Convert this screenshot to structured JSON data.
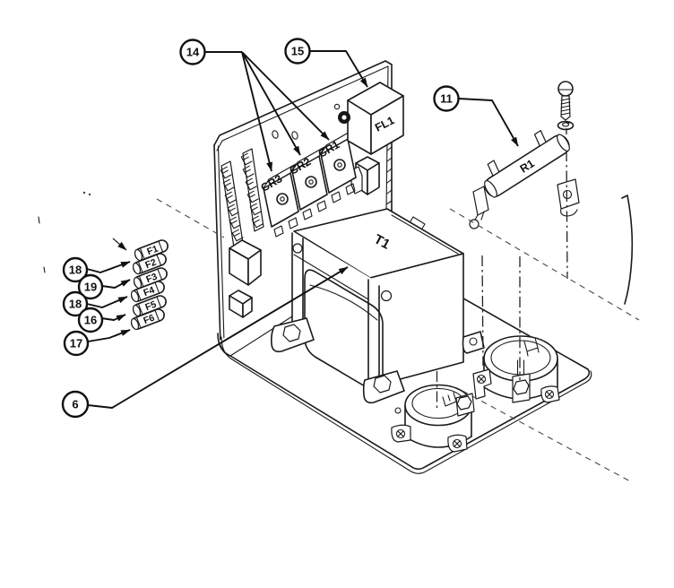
{
  "diagram": {
    "figure_type": "exploded-parts-illustration",
    "subject": "power supply chassis assembly",
    "ink_color": "#1a1a1a",
    "background_color": "#ffffff",
    "labels": {
      "transformer": "T1",
      "filter": "FL1",
      "resistor": "R1",
      "relay_cr1": "CR1",
      "relay_cr2": "CR2",
      "relay_cr3": "CR3",
      "fuse_f1": "F1",
      "fuse_f2": "F2",
      "fuse_f3": "F3",
      "fuse_f4": "F4",
      "fuse_f5": "F5",
      "fuse_f6": "F6"
    },
    "callouts": {
      "item14": "14",
      "item15": "15",
      "item11": "11",
      "item18_upper": "18",
      "item19": "19",
      "item18_lower": "18",
      "item16": "16",
      "item17": "17",
      "item6": "6"
    }
  }
}
